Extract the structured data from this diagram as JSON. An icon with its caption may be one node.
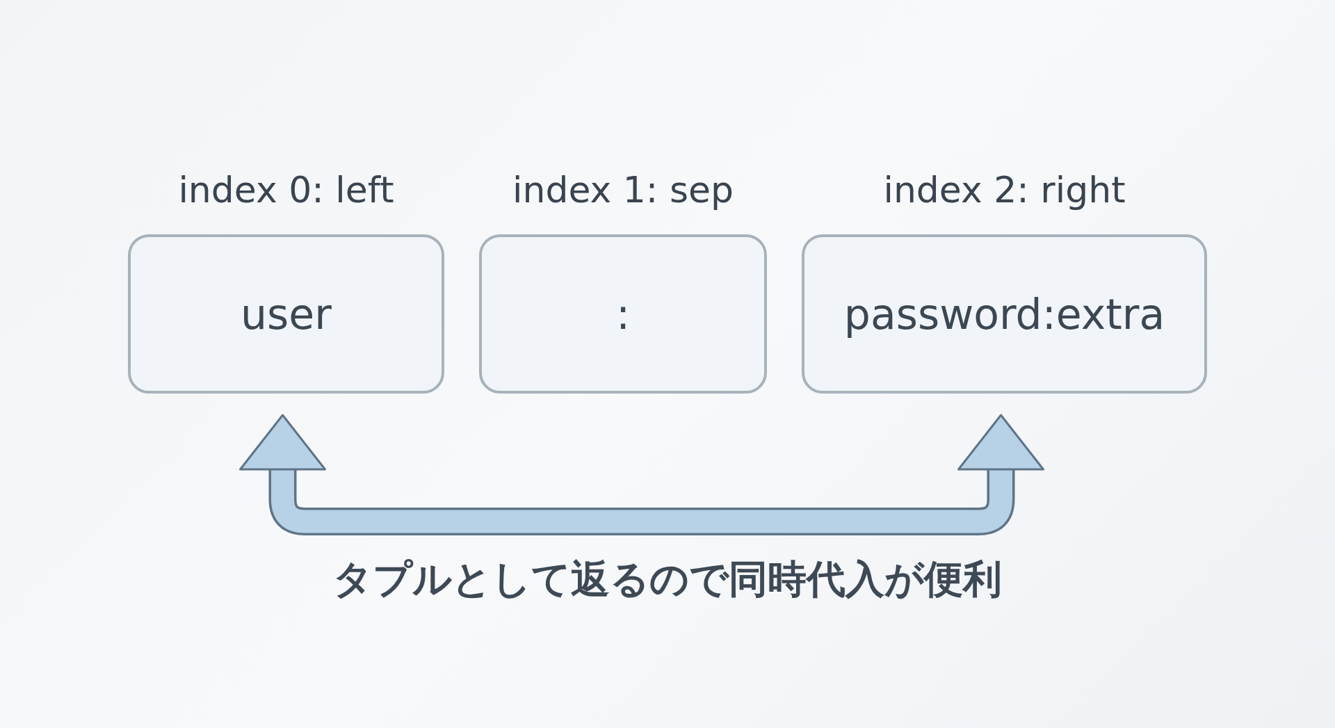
{
  "diagram": {
    "nodes": [
      {
        "text": [
          "index 0: left",
          "user"
        ]
      },
      {
        "text": [
          "index 1: sep",
          ":"
        ]
      },
      {
        "text": [
          "index 2: right",
          "password:extra"
        ]
      }
    ],
    "edges": [
      {
        "from": 0,
        "to": 2,
        "arrow": "both"
      }
    ],
    "labels": [
      "タプルとして返るので同時代入が便利"
    ]
  }
}
